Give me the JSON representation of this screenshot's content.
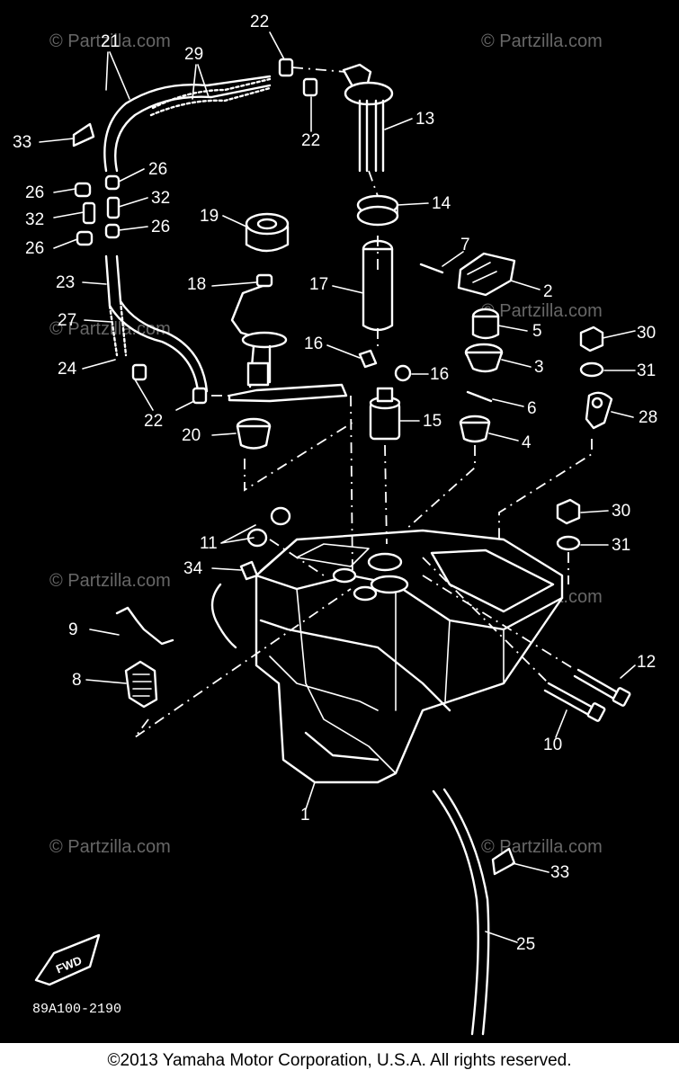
{
  "diagram": {
    "callouts": [
      "1",
      "2",
      "3",
      "4",
      "5",
      "6",
      "7",
      "8",
      "9",
      "10",
      "11",
      "12",
      "13",
      "14",
      "15",
      "16",
      "17",
      "18",
      "19",
      "20",
      "21",
      "22",
      "23",
      "24",
      "25",
      "26",
      "27",
      "28",
      "29",
      "30",
      "31",
      "32",
      "33",
      "34"
    ],
    "drawing_code": "89A100-2190",
    "fwd_label": "FWD",
    "watermark": "© Partzilla.com"
  },
  "footer": {
    "copyright": "©2013 Yamaha Motor Corporation, U.S.A. All rights reserved."
  }
}
